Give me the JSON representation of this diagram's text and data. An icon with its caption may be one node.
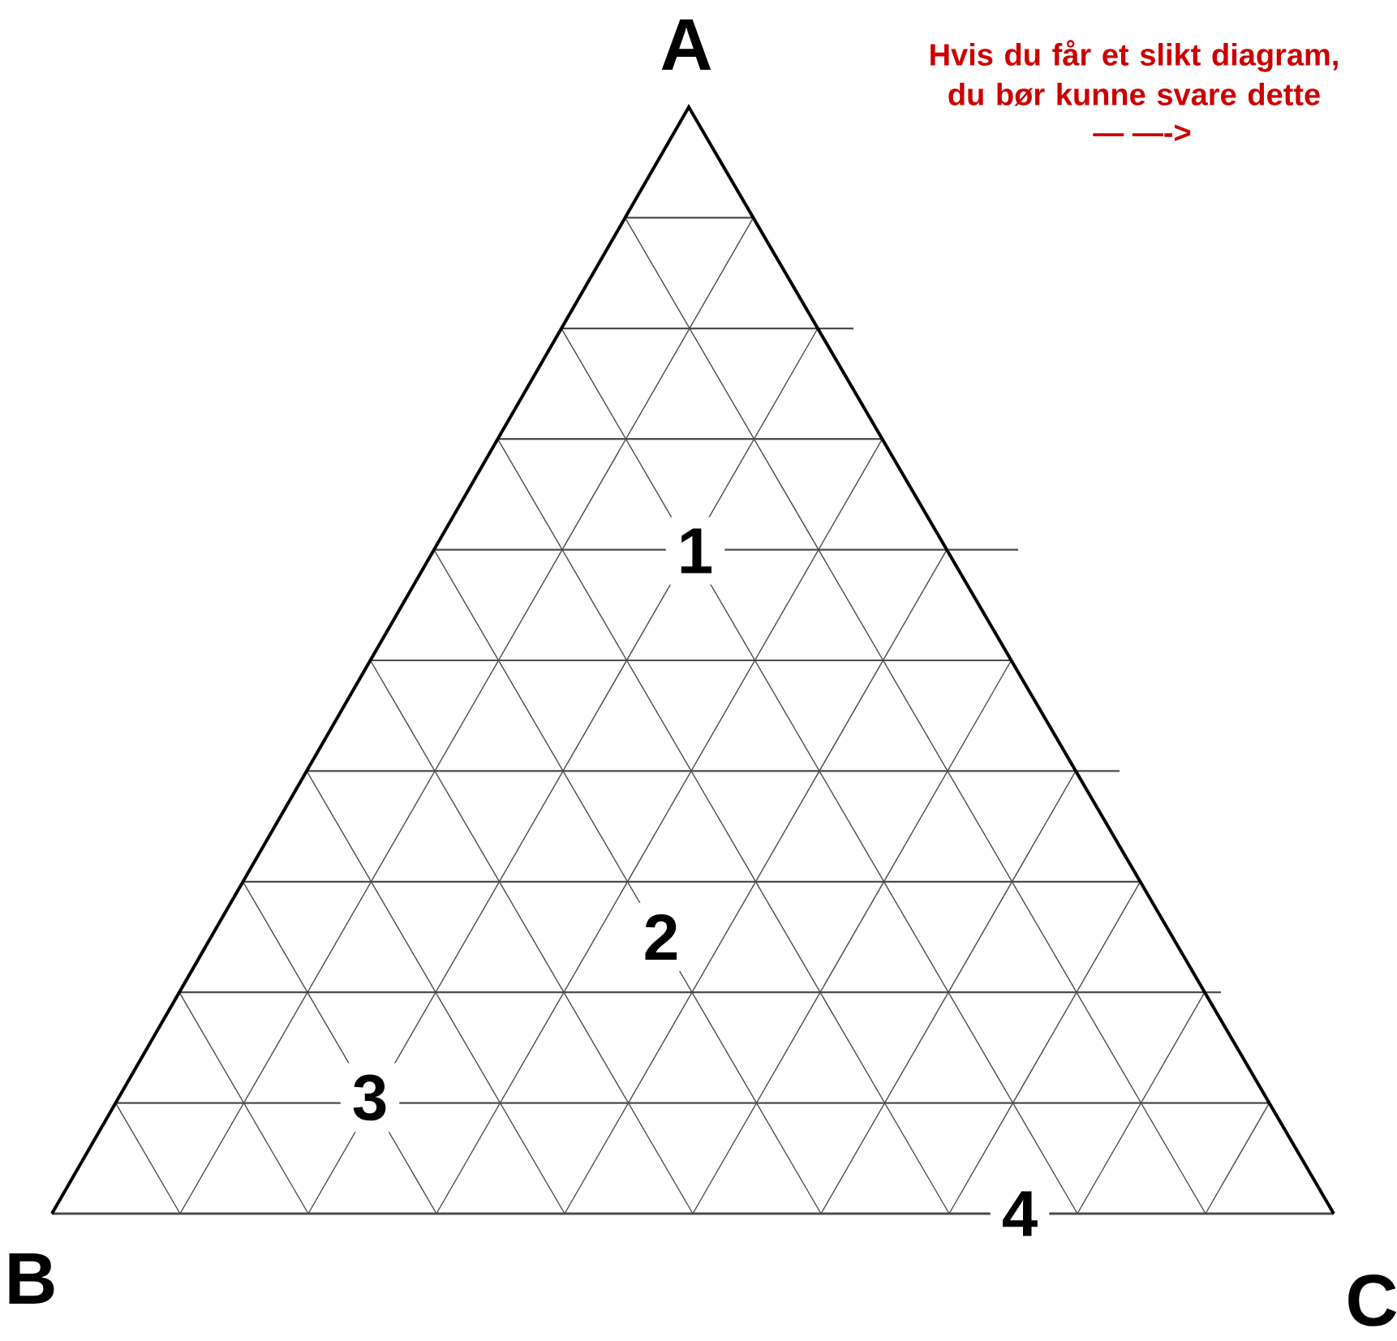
{
  "diagram": {
    "labels": [
      "A",
      "Hvis du får et slikt diagram, du bør kunne svare dette",
      "— —->",
      "1",
      "2",
      "3",
      "B",
      "4",
      "C"
    ]
  }
}
